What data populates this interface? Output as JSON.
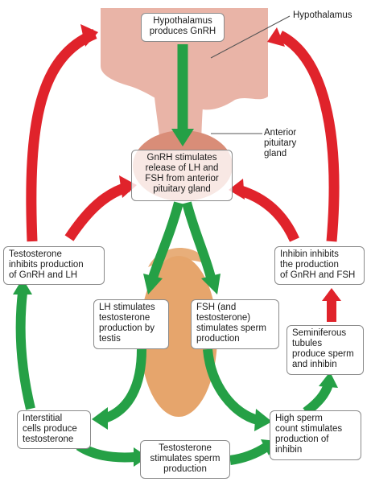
{
  "colors": {
    "stimulate_arrow": "#25a046",
    "inhibit_arrow": "#e0232b",
    "tissue": "#e9b4a7",
    "gland": "#d98d78",
    "testis": "#e6a56c"
  },
  "labels": {
    "hypothalamus": "Hypothalamus",
    "anterior_pituitary": "Anterior\npituitary\ngland"
  },
  "boxes": {
    "hypothalamus_gnrh": "Hypothalamus\nproduces GnRH",
    "gnrh_stimulates": "GnRH stimulates\nrelease of LH and\nFSH from anterior\npituitary gland",
    "testosterone_inhibits": "Testosterone\ninhibits production\nof GnRH and LH",
    "inhibin_inhibits": "Inhibin inhibits\nthe production\nof GnRH and FSH",
    "lh_stimulates": "LH stimulates\ntestosterone\nproduction by\ntestis",
    "fsh_stimulates": "FSH (and\ntestosterone)\nstimulates sperm\nproduction",
    "seminiferous": "Seminiferous\ntubules\nproduce sperm\nand inhibin",
    "interstitial": "Interstitial\ncells produce\ntestosterone",
    "testosterone_sperm": "Testosterone\nstimulates sperm\nproduction",
    "high_sperm": "High sperm\ncount stimulates\nproduction of\ninhibin"
  }
}
